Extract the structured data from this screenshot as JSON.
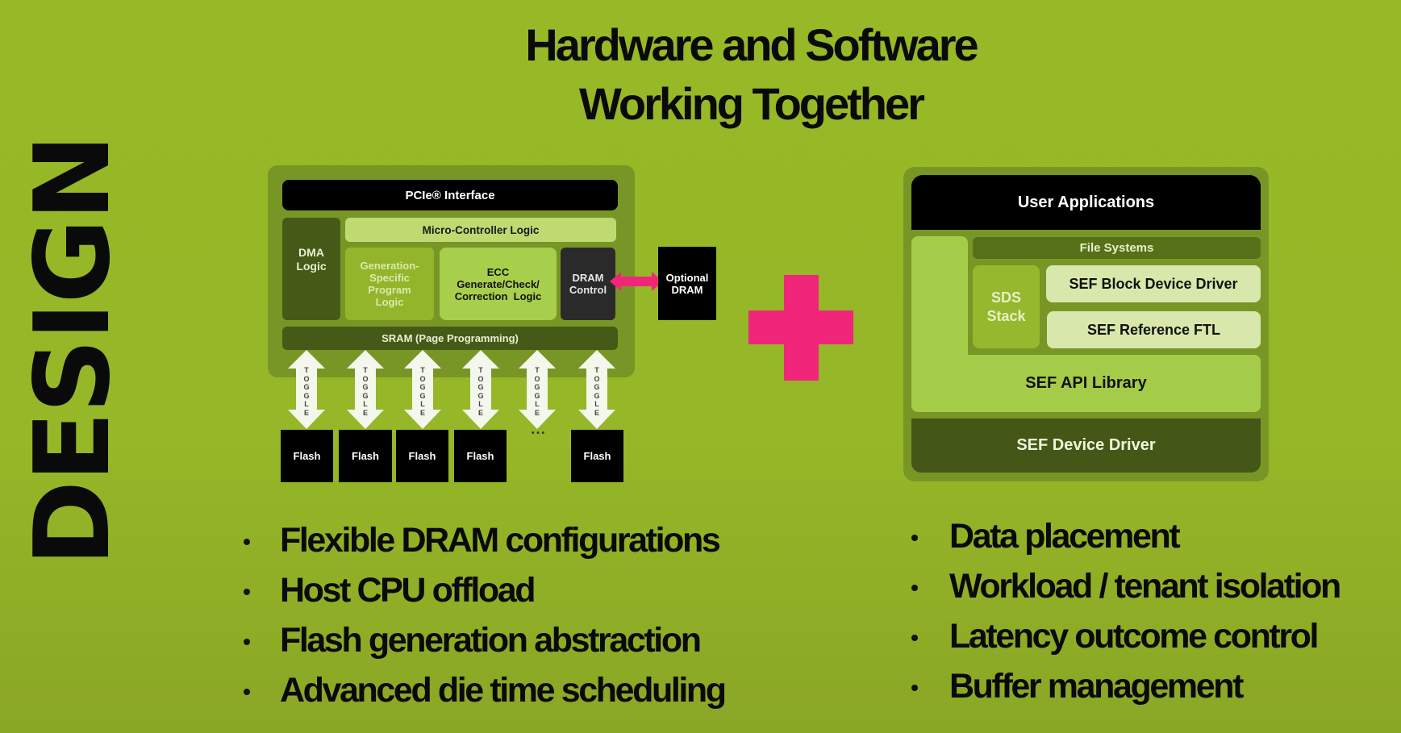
{
  "title": {
    "line1": "Hardware and Software",
    "line2": "Working Together"
  },
  "side_label": "DESIGN",
  "hardware_diagram": {
    "pcie_interface": "PCIe® Interface",
    "dma_logic": [
      "DMA",
      "Logic"
    ],
    "micro_controller_logic": "Micro-Controller Logic",
    "generation_specific": [
      "Generation-",
      "Specific",
      "Program",
      "Logic"
    ],
    "ecc": [
      "ECC",
      "Generate/Check/",
      "Correction  Logic"
    ],
    "dram_control": [
      "DRAM",
      "Control"
    ],
    "sram": "SRAM (Page Programming)",
    "optional_dram": [
      "Optional",
      "DRAM"
    ],
    "toggle_label": "TOGGLE",
    "toggle_count": 6,
    "flash_labels": [
      "Flash",
      "Flash",
      "Flash",
      "Flash",
      "Flash"
    ],
    "ellipsis": "• • •"
  },
  "plus_icon": "plus-icon",
  "software_diagram": {
    "user_applications": "User Applications",
    "file_systems": "File Systems",
    "sds_stack": [
      "SDS",
      "Stack"
    ],
    "block_device_driver": "SEF Block Device Driver",
    "reference_ftl": "SEF Reference FTL",
    "api_library": "SEF API Library",
    "device_driver": "SEF Device Driver"
  },
  "hardware_bullets": [
    "Flexible DRAM configurations",
    "Host CPU offload",
    "Flash generation abstraction",
    "Advanced die time scheduling"
  ],
  "software_bullets": [
    "Data placement",
    "Workload / tenant isolation",
    "Latency outcome control",
    "Buffer management"
  ],
  "colors": {
    "background": "#97b827",
    "accent_pink": "#f0267a",
    "panel_olive": "#789625",
    "dark_green": "#465a17"
  }
}
